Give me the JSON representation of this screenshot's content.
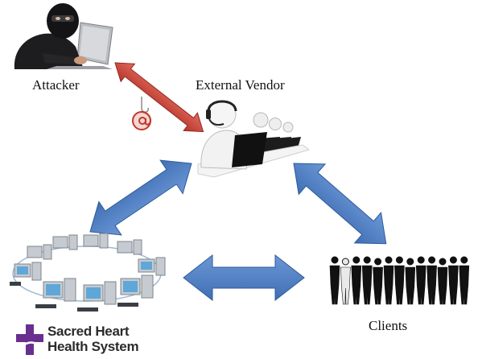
{
  "nodes": {
    "attacker": {
      "label": "Attacker"
    },
    "vendor": {
      "label": "External Vendor"
    },
    "clients": {
      "label": "Clients"
    },
    "hospital": {
      "logo_line1": "Sacred Heart",
      "logo_line2": "Health System"
    }
  },
  "links": [
    {
      "from": "attacker",
      "to": "vendor",
      "color": "#c0392b",
      "direction": "both"
    },
    {
      "from": "vendor",
      "to": "hospital",
      "color": "#4f7fc4",
      "direction": "both"
    },
    {
      "from": "vendor",
      "to": "clients",
      "color": "#4f7fc4",
      "direction": "both"
    },
    {
      "from": "hospital",
      "to": "clients",
      "color": "#4f7fc4",
      "direction": "both"
    }
  ],
  "icons": {
    "attacker": "hooded-hacker-laptop-icon",
    "vendor": "call-center-agents-icon",
    "hospital": "networked-computers-icon",
    "clients": "people-silhouettes-icon",
    "phish": "phishing-hook-at-icon",
    "logo": "purple-cross-logo-icon"
  },
  "colors": {
    "attack_arrow": "#c0392b",
    "link_arrow": "#4f7fc4",
    "logo_cross": "#6a2f8e"
  }
}
